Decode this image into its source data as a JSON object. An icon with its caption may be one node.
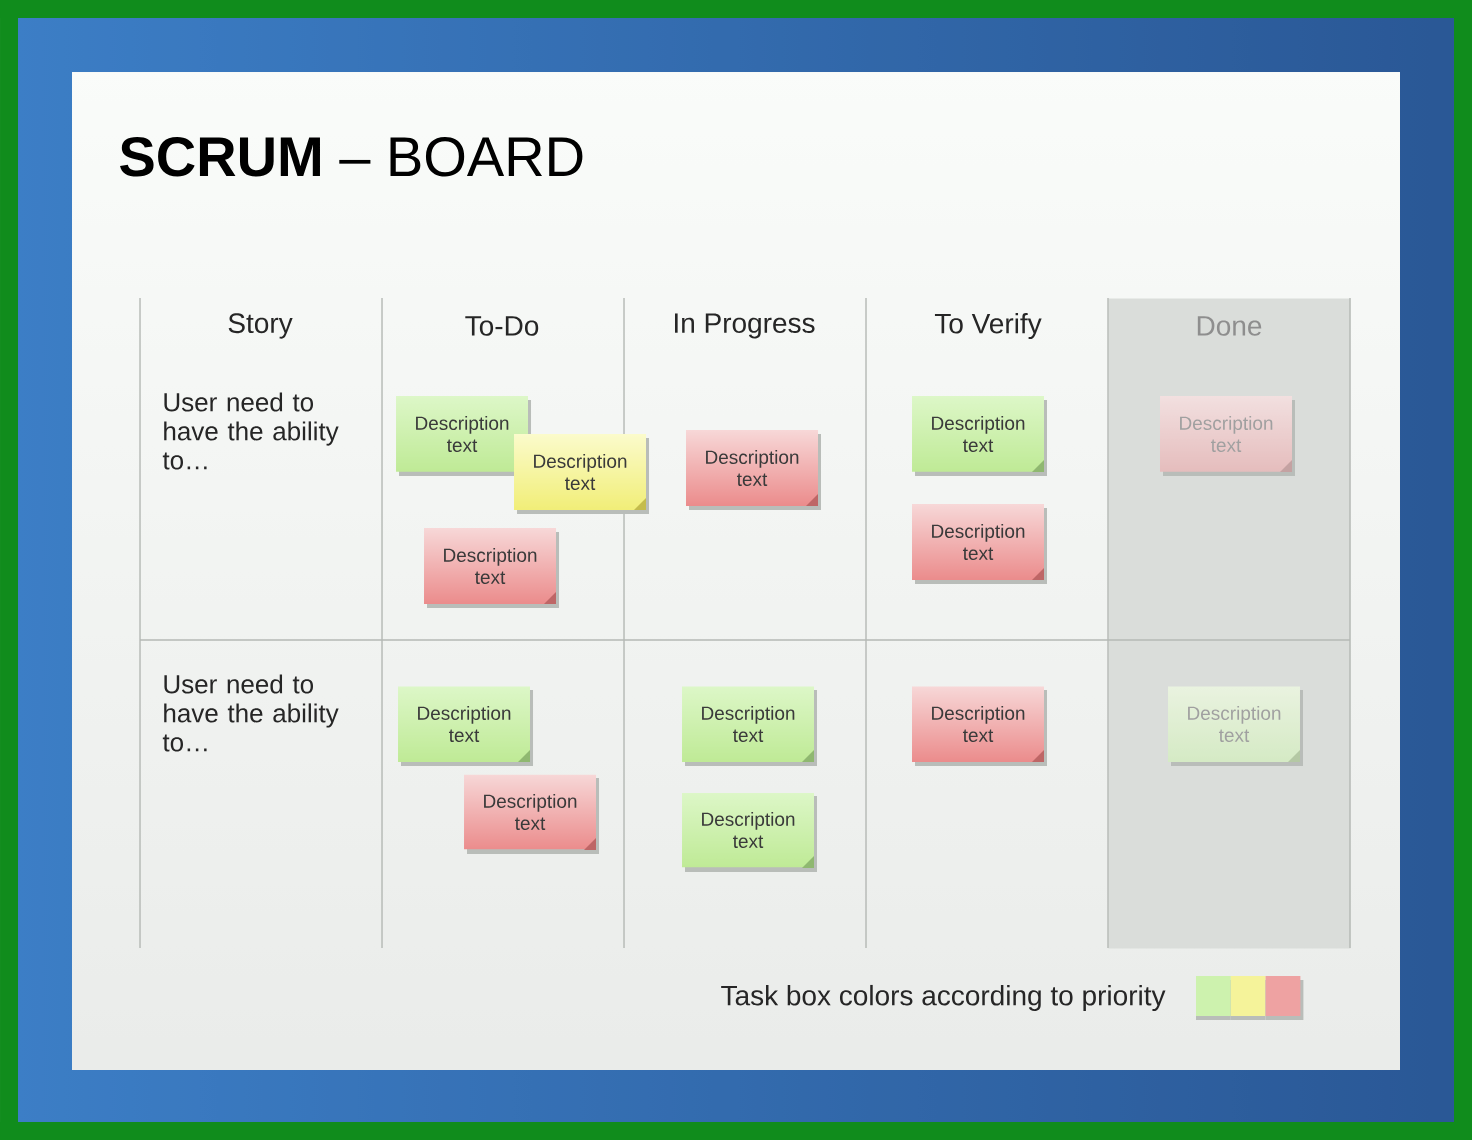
{
  "diagram": {
    "title": "**SCRUM** – BOARD",
    "nodes": [
      {
        "text": [
          "Description text"
        ]
      },
      {
        "text": [
          "Description text"
        ]
      },
      {
        "text": [
          "Description text"
        ]
      },
      {
        "text": [
          "Description text"
        ]
      },
      {
        "text": [
          "Description text"
        ]
      },
      {
        "text": [
          "Description text"
        ]
      },
      {
        "text": [
          "Done"
        ]
      },
      {
        "text": [
          "Description text"
        ],
        "in": 6
      },
      {
        "text": [
          "Description text"
        ]
      },
      {
        "text": [
          "Description text"
        ]
      },
      {
        "text": [
          "Description text"
        ]
      },
      {
        "text": [
          "Description text"
        ]
      },
      {
        "text": [
          "Description text"
        ]
      },
      {
        "text": [
          "Description text"
        ],
        "in": 6
      }
    ],
    "labels": [
      "Story",
      "To-Do",
      "In Progress",
      "To Verify",
      "User need to have the ability to…",
      "User need to have the ability to…",
      "Task box colors according to priority"
    ]
  }
}
